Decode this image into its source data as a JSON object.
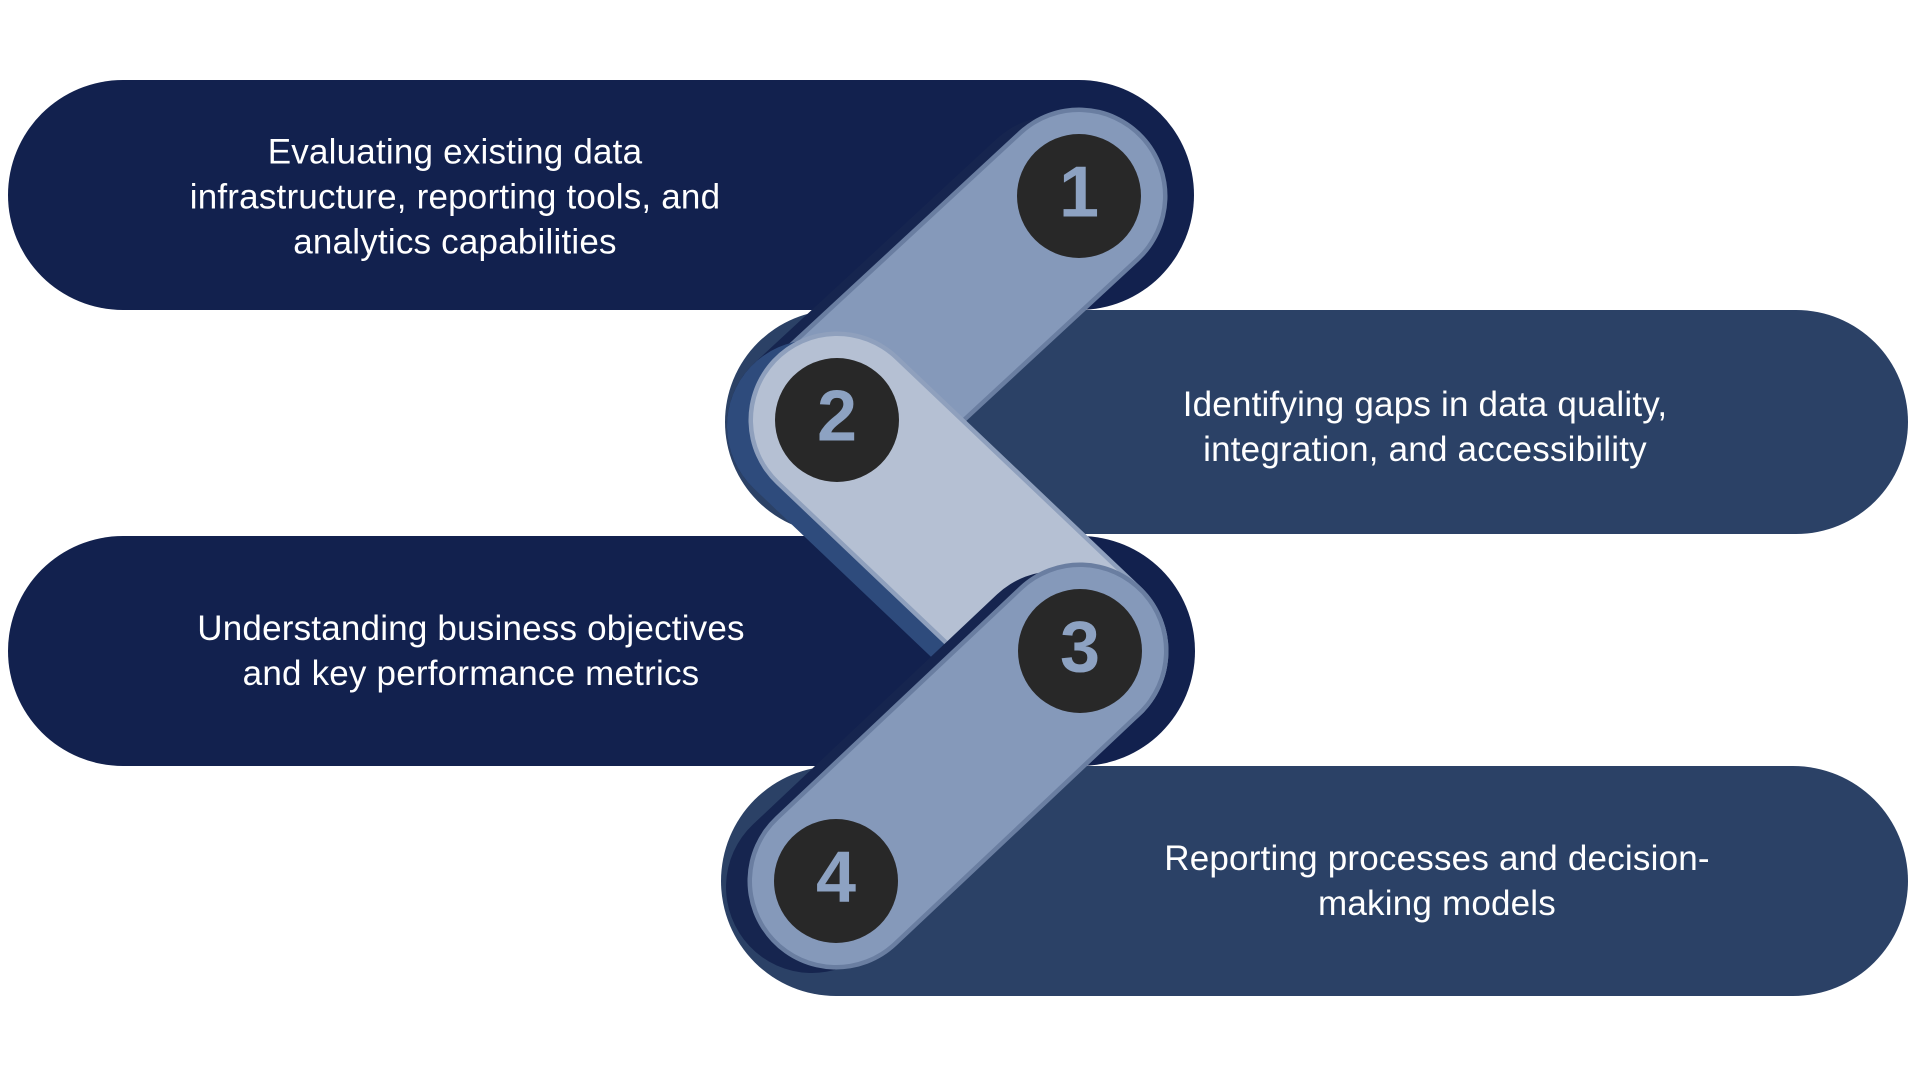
{
  "diagram": {
    "type": "zigzag-process",
    "step_count": 4
  },
  "colors": {
    "background": "#FFFFFF",
    "navy_box": "#12214E",
    "medium_box": "#2B4166",
    "connector_mid": "#8599BA",
    "connector_light": "#B5C0D3",
    "shadow_navy": "#16254F",
    "shadow_medium": "#2E4B7C",
    "edge_a": "#6A7EA1",
    "edge_b": "#8FA0BD",
    "circle_fill": "#282828",
    "number_color": "#8DA2C2",
    "text_color": "#FFFFFF"
  },
  "steps": [
    {
      "number": "1",
      "label": "Evaluating existing data\ninfrastructure, reporting tools, and\nanalytics capabilities"
    },
    {
      "number": "2",
      "label": "Identifying gaps in data quality,\nintegration, and accessibility"
    },
    {
      "number": "3",
      "label": "Understanding business objectives\nand key performance metrics"
    },
    {
      "number": "4",
      "label": "Reporting processes and decision-\nmaking models"
    }
  ]
}
